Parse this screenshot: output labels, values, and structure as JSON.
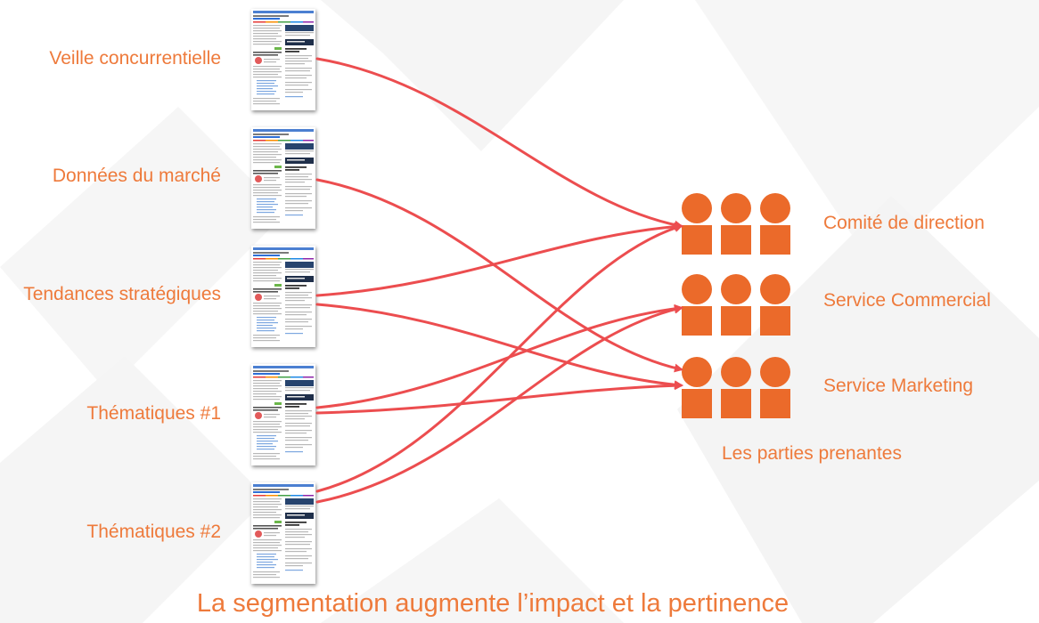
{
  "sources": [
    {
      "label": "Veille concurrentielle"
    },
    {
      "label": "Données du marché"
    },
    {
      "label": "Tendances stratégiques"
    },
    {
      "label": "Thématiques #1"
    },
    {
      "label": "Thématiques #2"
    }
  ],
  "audiences": [
    {
      "label": "Comité de direction"
    },
    {
      "label": "Service Commercial"
    },
    {
      "label": "Service Marketing"
    }
  ],
  "audiences_caption": "Les parties prenantes",
  "caption": "La segmentation augmente l’impact et la pertinence",
  "links": [
    {
      "from": 0,
      "to": 0
    },
    {
      "from": 1,
      "to": 2
    },
    {
      "from": 2,
      "to": 0
    },
    {
      "from": 2,
      "to": 2
    },
    {
      "from": 3,
      "to": 1
    },
    {
      "from": 3,
      "to": 2
    },
    {
      "from": 4,
      "to": 0
    },
    {
      "from": 4,
      "to": 1
    }
  ],
  "colors": {
    "text": "#ee7a3b",
    "people": "#eb6a2a",
    "arrow": "#ec4d4f",
    "background_shape": "#f4f4f4"
  },
  "icons": {
    "document": "newsletter-thumbnail-icon",
    "audience": "people-group-icon"
  }
}
